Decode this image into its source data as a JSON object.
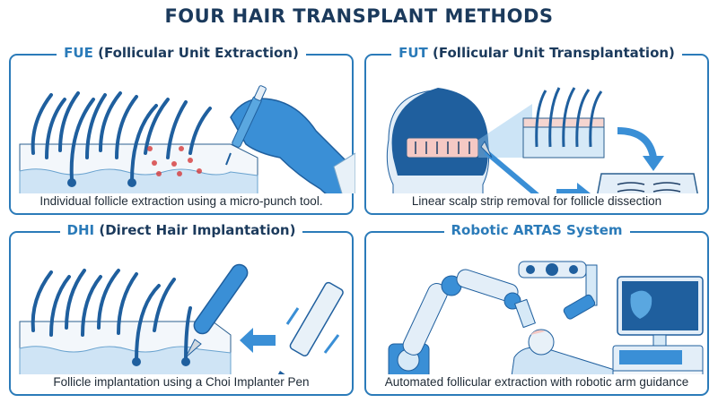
{
  "title": "FOUR HAIR TRANSPLANT METHODS",
  "colors": {
    "title": "#1b3a5c",
    "accent": "#2b7bb9",
    "hair": "#1f5f9e",
    "skin_light": "#d6e9f7",
    "extraction_marks": "#d63a3a"
  },
  "panels": [
    {
      "abbr": "FUE",
      "title_rest": "(Follicular Unit Extraction)",
      "caption": "Individual follicle extraction using a micro-punch tool.",
      "illustration": "gloved-hand-micro-punch-extracting-follicles-from-scalp"
    },
    {
      "abbr": "FUT",
      "title_rest": "(Follicular Unit Transplantation)",
      "caption": "Linear scalp strip removal for follicle dissection",
      "illustration": "head-with-scalp-strip-scalpel-and-dissection-tray"
    },
    {
      "abbr": "DHI",
      "title_rest": "(Direct Hair Implantation)",
      "caption": "Follicle implantation using a Choi Implanter Pen",
      "illustration": "choi-implanter-pen-implanting-follicles"
    },
    {
      "abbr": "",
      "title_rest": "Robotic ARTAS System",
      "caption": "Automated follicular extraction with robotic arm guidance",
      "illustration": "robotic-arm-camera-patient-and-monitor"
    }
  ]
}
